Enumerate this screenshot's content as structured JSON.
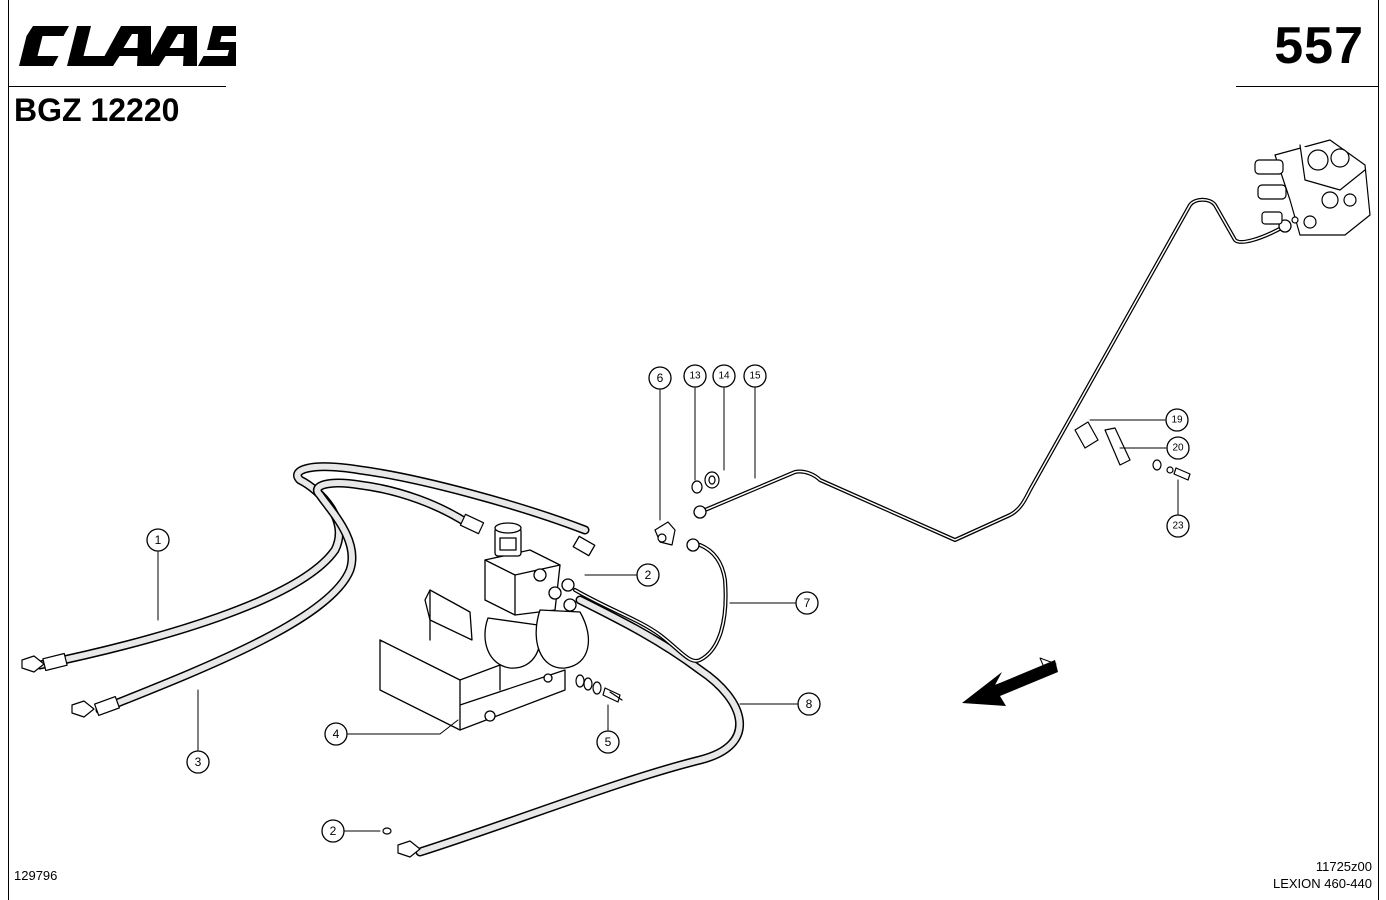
{
  "header": {
    "brand": "CLAAS",
    "page_number": "557",
    "document_code": "BGZ 12220"
  },
  "footer": {
    "left_ref": "129796",
    "right_ref_1": "11725z00",
    "right_ref_2": "LEXION 460-440"
  },
  "callouts": {
    "c1": "1",
    "c2a": "2",
    "c2b": "2",
    "c3": "3",
    "c4": "4",
    "c5": "5",
    "c6": "6",
    "c7": "7",
    "c8": "8",
    "c13": "13",
    "c14": "14",
    "c15": "15",
    "c19": "19",
    "c20": "20",
    "c23": "23"
  },
  "colors": {
    "ink": "#000000",
    "paper": "#ffffff",
    "hose_fill": "#e8e8e8"
  }
}
